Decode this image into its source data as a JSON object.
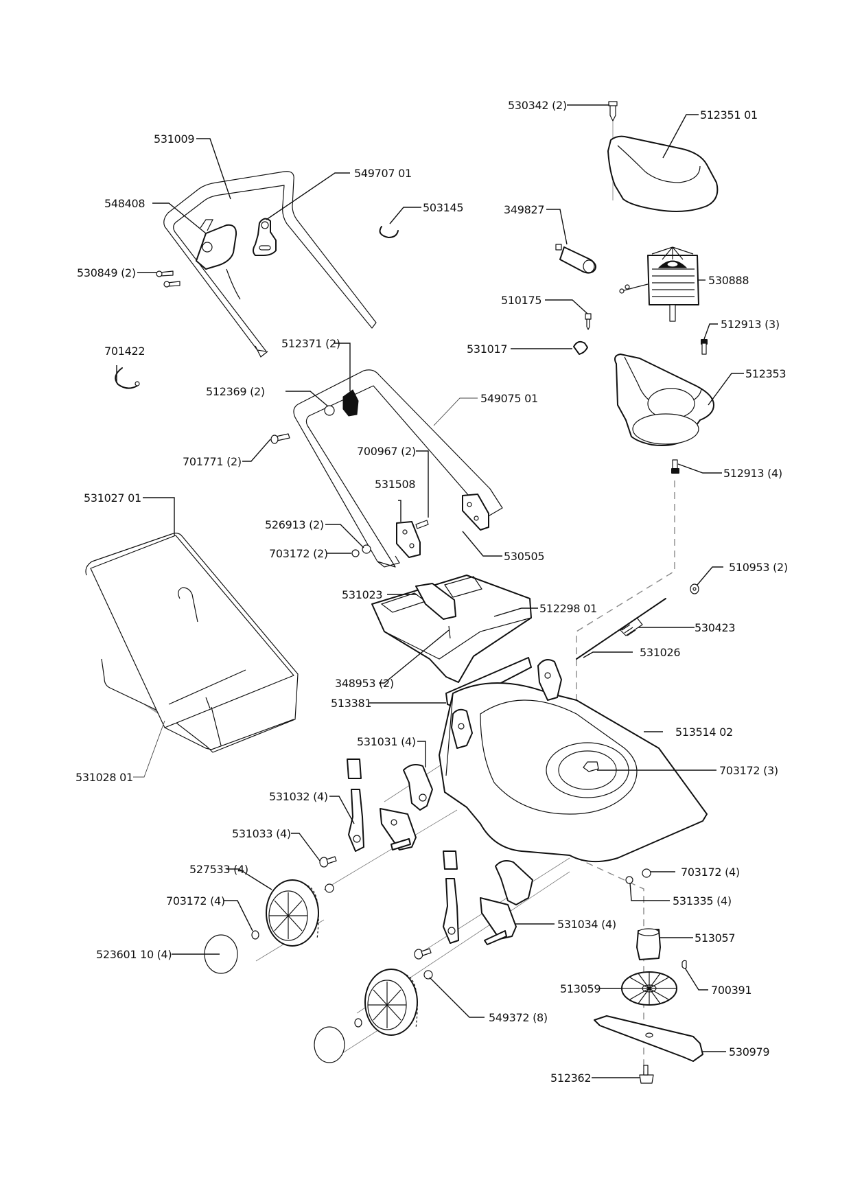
{
  "diagram": {
    "title": "Lawn mower exploded parts view",
    "labels": {
      "p530342": "530342 (2)",
      "p512351": "512351 01",
      "p531009": "531009",
      "p549707": "549707 01",
      "p548408": "548408",
      "p503145": "503145",
      "p349827": "349827",
      "p530849": "530849 (2)",
      "p530888": "530888",
      "p510175": "510175",
      "p512913a": "512913 (3)",
      "p701422": "701422",
      "p512371": "512371 (2)",
      "p531017": "531017",
      "p512353": "512353",
      "p512369": "512369 (2)",
      "p549075": "549075 01",
      "p701771": "701771 (2)",
      "p700967": "700967 (2)",
      "p512913b": "512913 (4)",
      "p531508": "531508",
      "p531027": "531027 01",
      "p526913": "526913 (2)",
      "p703172a": "703172 (2)",
      "p530505": "530505",
      "p510953": "510953 (2)",
      "p531023": "531023",
      "p512298": "512298 01",
      "p530423": "530423",
      "p531026": "531026",
      "p348953": "348953 (2)",
      "p513381": "513381",
      "p513514": "513514 02",
      "p531031": "531031 (4)",
      "p703172b": "703172 (3)",
      "p531028": "531028 01",
      "p531032": "531032 (4)",
      "p531033": "531033 (4)",
      "p527533": "527533 (4)",
      "p703172c": "703172 (4)",
      "p703172d": "703172 (4)",
      "p531335": "531335 (4)",
      "p523601": "523601 10 (4)",
      "p531034": "531034 (4)",
      "p513057": "513057",
      "p513059": "513059",
      "p700391": "700391",
      "p549372": "549372 (8)",
      "p530979": "530979",
      "p512362": "512362"
    }
  }
}
